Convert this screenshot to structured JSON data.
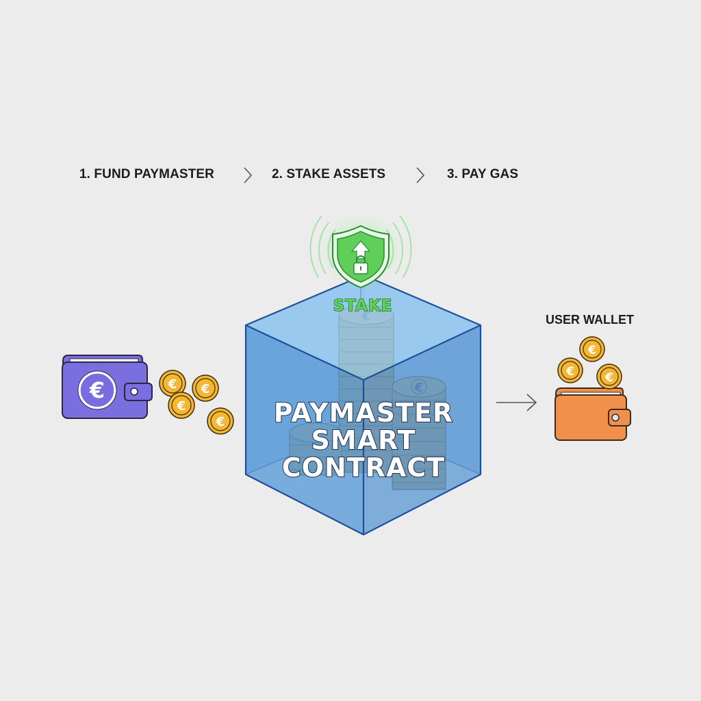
{
  "steps": [
    {
      "label": "1. FUND PAYMASTER"
    },
    {
      "label": "2. STAKE ASSETS"
    },
    {
      "label": "3. PAY GAS"
    }
  ],
  "stake": {
    "label": "STAKE",
    "icon": "shield-lock-arrow-icon",
    "color": "#5fd15a"
  },
  "contract": {
    "line1": "PAYMASTER",
    "line2": "SMART",
    "line3": "CONTRACT",
    "cube_color": "#5b9fd9",
    "edge_color": "#1f4f9a"
  },
  "source_wallet": {
    "icon": "euro-wallet-icon",
    "color": "#7b6fe0",
    "currency_symbol": "€",
    "coins_count": 4
  },
  "user_wallet": {
    "label": "USER WALLET",
    "icon": "wallet-icon",
    "color": "#f0904a",
    "currency_symbol": "€",
    "coins_count": 3
  },
  "coin": {
    "symbol": "€",
    "color": "#f5b731"
  }
}
